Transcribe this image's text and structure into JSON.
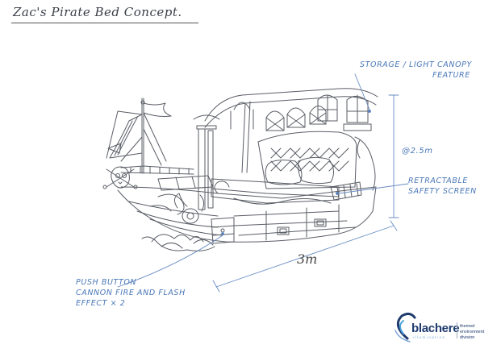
{
  "title": "Zac's Pirate Bed Concept.",
  "annotations": {
    "storage_line1": "STORAGE / LIGHT CANOPY",
    "storage_line2": "FEATURE",
    "height": "@2.5m",
    "safety_line1": "RETRACTABLE",
    "safety_line2": "SAFETY SCREEN",
    "push_line1": "PUSH BUTTON",
    "push_line2": "CANNON FIRE AND FLASH",
    "push_line3": "EFFECT × 2",
    "length": "3m"
  },
  "logo": {
    "name": "blachere",
    "tagline": "illumination",
    "division_line1": "themed environment",
    "division_line2": "division"
  },
  "colors": {
    "annotation_blue": "#4a78b8",
    "sketch_ink": "#5a5e66",
    "logo_navy": "#1f3b6e"
  }
}
